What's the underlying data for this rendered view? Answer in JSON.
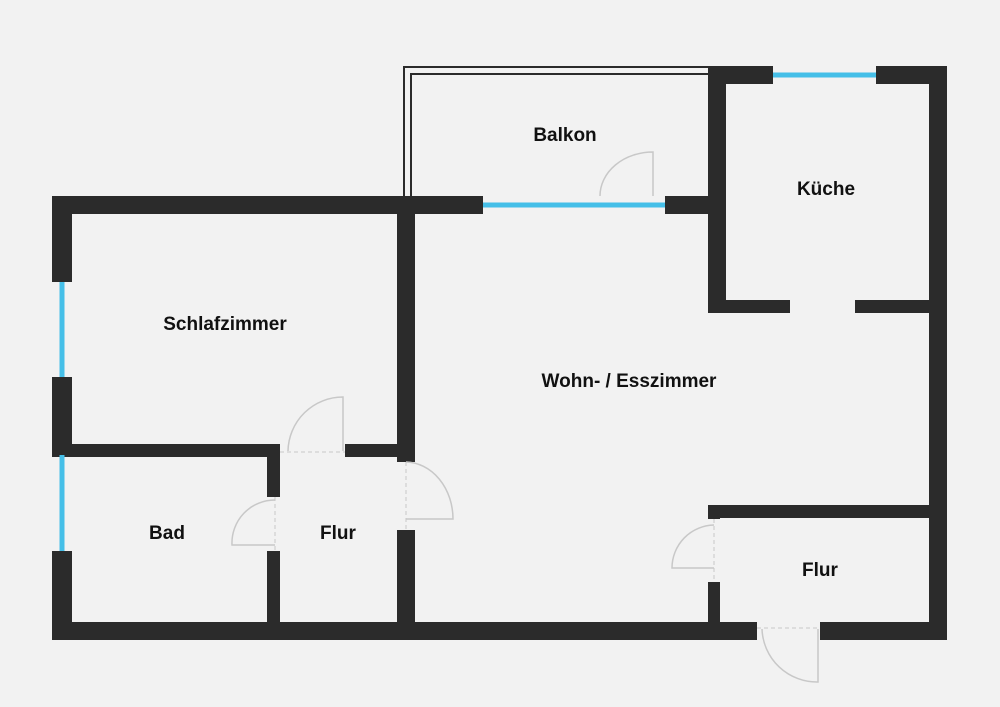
{
  "rooms": {
    "balkon": "Balkon",
    "kueche": "Küche",
    "schlafzimmer": "Schlafzimmer",
    "wohn": "Wohn- / Esszimmer",
    "bad": "Bad",
    "flur_left": "Flur",
    "flur_right": "Flur"
  },
  "colors": {
    "wall": "#2b2b2b",
    "window": "#45bfe8",
    "background": "#f2f2f2"
  }
}
